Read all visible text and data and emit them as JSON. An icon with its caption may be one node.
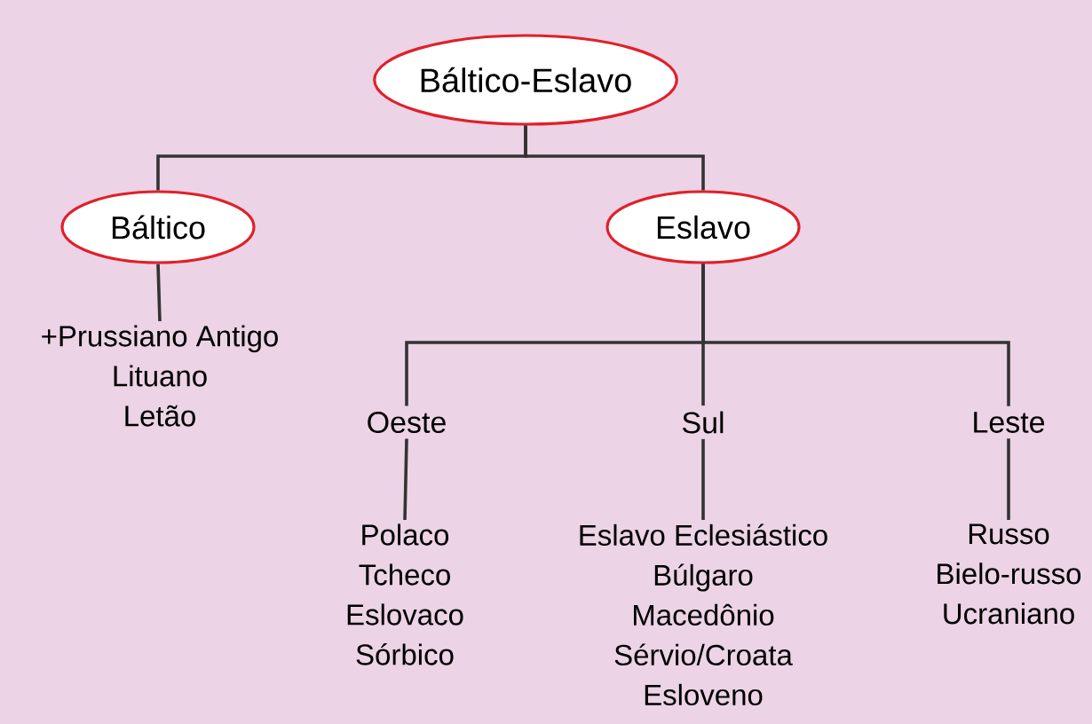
{
  "diagram": {
    "nodes": [
      {
        "text": [
          "Báltico-Eslavo"
        ]
      },
      {
        "text": [
          "Báltico"
        ]
      },
      {
        "text": [
          "Eslavo"
        ]
      },
      {
        "text": [
          "+Prussiano Antigo",
          "Lituano",
          "Letão"
        ]
      },
      {
        "text": [
          "Oeste"
        ]
      },
      {
        "text": [
          "Sul"
        ]
      },
      {
        "text": [
          "Leste"
        ]
      },
      {
        "text": [
          "Polaco",
          "Tcheco",
          "Eslovaco",
          "Sórbico"
        ]
      },
      {
        "text": [
          "Eslavo Eclesiástico",
          "Búlgaro",
          "Macedônio",
          "Sérvio/Croata",
          "Esloveno"
        ]
      },
      {
        "text": [
          "Russo",
          "Bielo-russo",
          "Ucraniano"
        ]
      }
    ],
    "edges": [
      {
        "from": 0,
        "to": 1,
        "arrow": "none"
      },
      {
        "from": 0,
        "to": 2,
        "arrow": "none"
      },
      {
        "from": 1,
        "to": 3,
        "arrow": "none"
      },
      {
        "from": 2,
        "to": 4,
        "arrow": "none"
      },
      {
        "from": 2,
        "to": 5,
        "arrow": "none"
      },
      {
        "from": 2,
        "to": 6,
        "arrow": "none"
      },
      {
        "from": 4,
        "to": 7,
        "arrow": "none"
      },
      {
        "from": 5,
        "to": 8,
        "arrow": "none"
      },
      {
        "from": 6,
        "to": 9,
        "arrow": "none"
      }
    ]
  }
}
